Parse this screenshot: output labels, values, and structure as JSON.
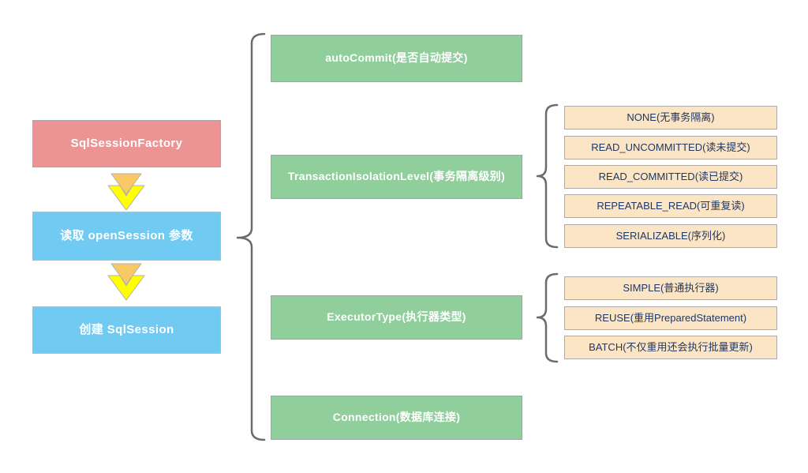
{
  "colors": {
    "pink_node": "#EC9494",
    "blue_node": "#70CAF1",
    "green_node": "#90CE9C",
    "peach_node": "#FCE5C5",
    "peach_text": "#1F3864",
    "node_border": "#A8A8A8",
    "brace_stroke": "#6B6B6B",
    "arrow_amber": "#F8C964",
    "arrow_yellow": "#FFFF00"
  },
  "flow": {
    "factory": "SqlSessionFactory",
    "read_params": "读取 openSession 参数",
    "create_session": "创建 SqlSession"
  },
  "parameters": {
    "auto_commit": {
      "label": "autoCommit(是否自动提交)"
    },
    "isolation": {
      "label": "TransactionIsolationLevel(事务隔离级别)",
      "options": [
        "NONE(无事务隔离)",
        "READ_UNCOMMITTED(读未提交)",
        "READ_COMMITTED(读已提交)",
        "REPEATABLE_READ(可重复读)",
        "SERIALIZABLE(序列化)"
      ]
    },
    "executor": {
      "label": "ExecutorType(执行器类型)",
      "options": [
        "SIMPLE(普通执行器)",
        "REUSE(重用PreparedStatement)",
        "BATCH(不仅重用还会执行批量更新)"
      ]
    },
    "connection": {
      "label": "Connection(数据库连接)"
    }
  }
}
